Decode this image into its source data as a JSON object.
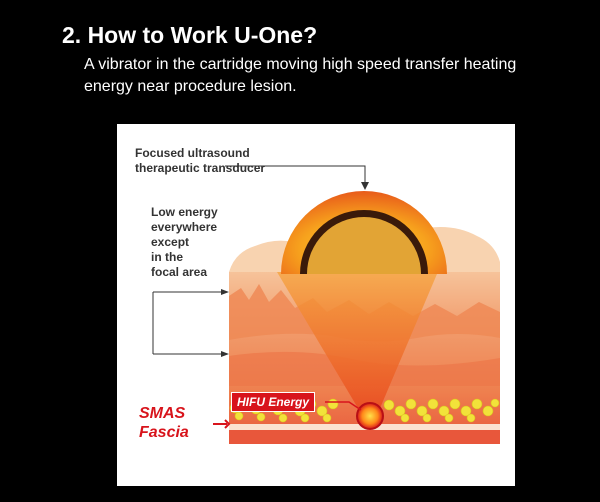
{
  "header": {
    "title": "2. How to Work U-One?",
    "description": "A vibrator in the cartridge moving high speed transfer heating energy near procedure lesion."
  },
  "diagram": {
    "transducer_label_line1": "Focused ultrasound",
    "transducer_label_line2": "therapeutic transducer",
    "low_energy_line1": "Low energy",
    "low_energy_line2": "everywhere",
    "low_energy_line3": "except",
    "low_energy_line4": "in the",
    "low_energy_line5": "focal area",
    "hifu_label": "HIFU Energy",
    "smas_line1": "SMAS",
    "smas_line2": "Fascia"
  },
  "colors": {
    "background": "#000000",
    "panel": "#ffffff",
    "accent_red": "#d8141c",
    "fat_yellow": "#f2e23a",
    "skin_orange": "#f08a52"
  }
}
